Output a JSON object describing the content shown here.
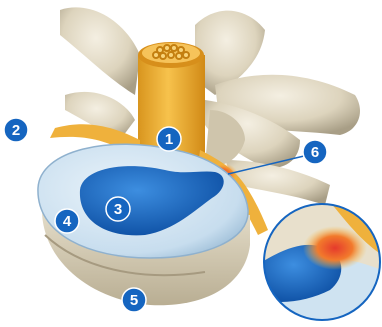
{
  "figure": {
    "markers": [
      {
        "label": "1",
        "part": "spinal-cord"
      },
      {
        "label": "2",
        "part": "nerve-root"
      },
      {
        "label": "3",
        "part": "nucleus-pulposus"
      },
      {
        "label": "4",
        "part": "annulus-fibrosus"
      },
      {
        "label": "5",
        "part": "vertebral-body"
      },
      {
        "label": "6",
        "part": "herniation-point"
      }
    ],
    "colors": {
      "marker": "#1565c0",
      "bone": "#e6dfcd",
      "bone_shadow": "#a89e86",
      "cord": "#f0b63a",
      "disc": "#cfe3f1",
      "nucleus": "#1560b5",
      "inflammation": "#e53a2c"
    }
  }
}
